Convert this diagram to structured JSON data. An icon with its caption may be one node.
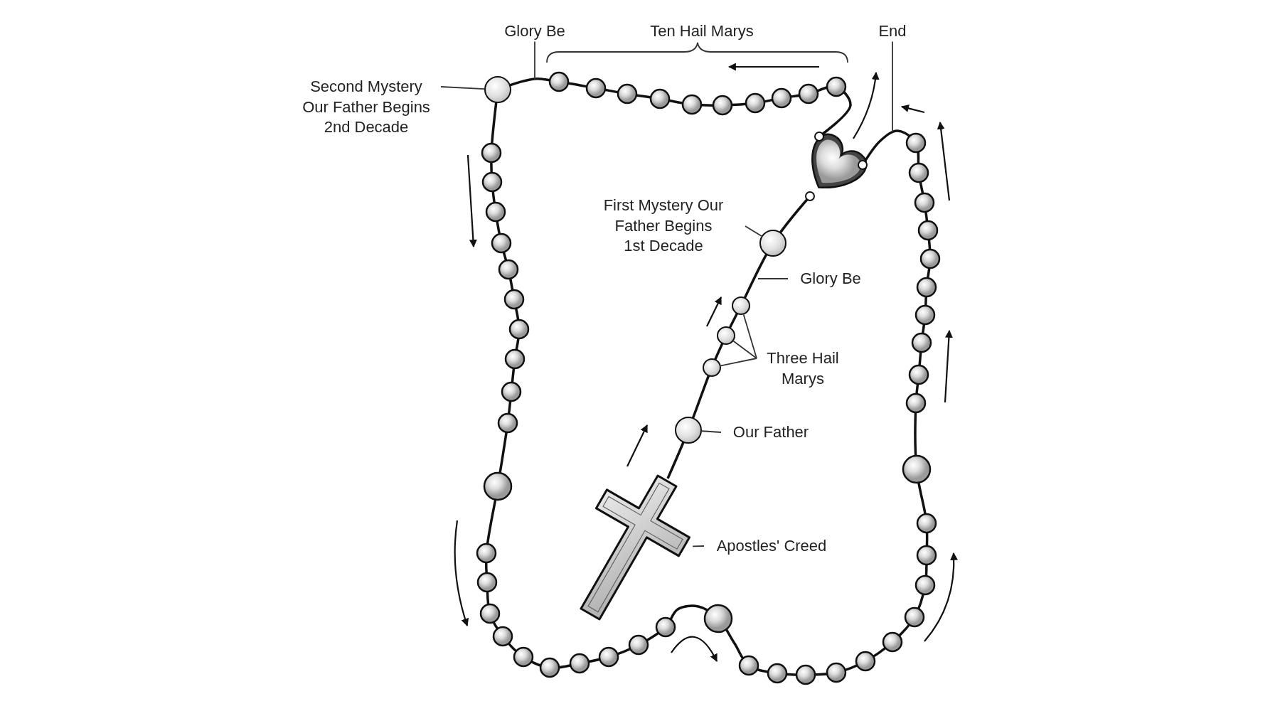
{
  "diagram": {
    "nodes": [
      {
        "text": [
          "Glory Be"
        ]
      },
      {
        "text": [
          "End"
        ]
      },
      {
        "text": [
          "Second Mystery Our Father Begins 2nd Decade"
        ]
      },
      {
        "text": [],
        "shape": "circle"
      },
      {
        "text": [
          "First Mystery Our Father Begins 1st Decade"
        ]
      },
      {
        "text": [],
        "shape": "circle"
      },
      {
        "text": [
          "Glory Be"
        ]
      },
      {
        "text": [
          "Three Hail Marys"
        ]
      },
      {
        "text": [],
        "shape": "circle"
      },
      {
        "text": [],
        "shape": "circle"
      },
      {
        "text": [],
        "shape": "circle"
      },
      {
        "text": [
          "Our Father"
        ]
      },
      {
        "text": [],
        "shape": "circle"
      },
      {
        "text": [
          "Apostles' Creed"
        ]
      },
      {
        "text": [],
        "shape": "cross"
      }
    ],
    "edges": [
      {
        "from": 0,
        "to": null,
        "arrow": "none"
      },
      {
        "from": 1,
        "to": null,
        "arrow": "none"
      },
      {
        "from": 2,
        "to": 3,
        "arrow": "none"
      },
      {
        "from": 4,
        "to": 5,
        "arrow": "none"
      },
      {
        "from": 6,
        "to": null,
        "arrow": "none"
      },
      {
        "from": 7,
        "to": 8,
        "arrow": "none"
      },
      {
        "from": 7,
        "to": 9,
        "arrow": "none"
      },
      {
        "from": 7,
        "to": 10,
        "arrow": "none"
      },
      {
        "from": 11,
        "to": 12,
        "arrow": "none"
      },
      {
        "from": 13,
        "to": 14,
        "arrow": "none"
      }
    ],
    "labels": [
      "Ten Hail Marys"
    ]
  }
}
